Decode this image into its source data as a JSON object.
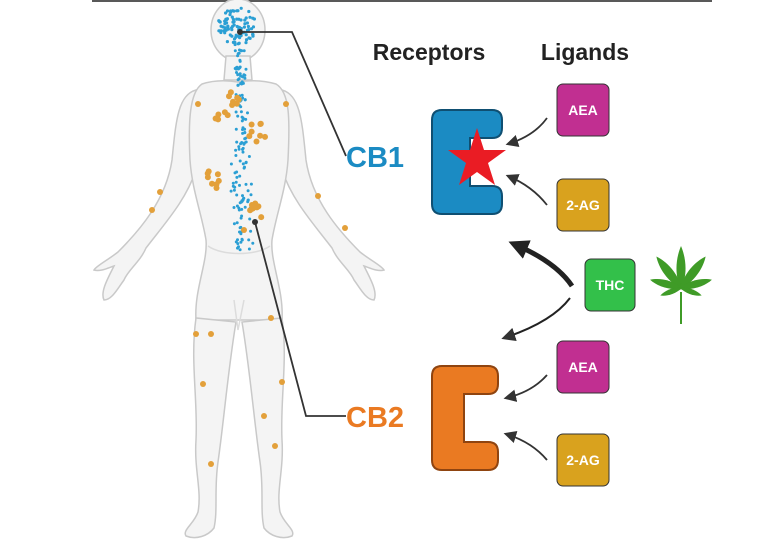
{
  "headers": {
    "receptors": "Receptors",
    "ligands": "Ligands"
  },
  "receptors": [
    {
      "label": "CB1",
      "color": "#1b8bc3",
      "dark": "#0f4f72"
    },
    {
      "label": "CB2",
      "color": "#ea7a22",
      "dark": "#8f4410"
    }
  ],
  "ligands": {
    "cb1": [
      {
        "label": "AEA",
        "color": "#c12f91"
      },
      {
        "label": "2-AG",
        "color": "#d9a21e"
      }
    ],
    "cb2": [
      {
        "label": "AEA",
        "color": "#c12f91"
      },
      {
        "label": "2-AG",
        "color": "#d9a21e"
      }
    ],
    "thc": {
      "label": "THC",
      "color": "#33c04a"
    }
  },
  "colors": {
    "cb1_dots": "#2b9fd4",
    "cb2_dots": "#e3a03a",
    "star": "#ea1c24",
    "body_fill": "#f4f4f4",
    "body_stroke": "#c9c9c9",
    "cannabis_leaf": "#3f9b27"
  },
  "icons": {
    "bound_ligand": "star-icon",
    "plant": "cannabis-leaf-icon"
  }
}
